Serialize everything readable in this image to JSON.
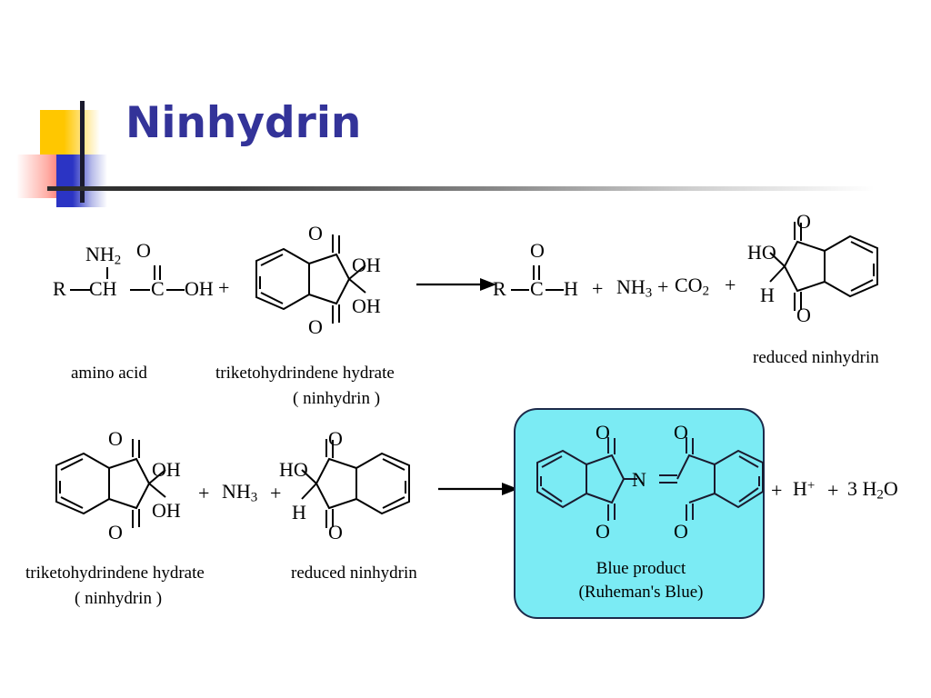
{
  "slide": {
    "title": "Ninhydrin",
    "title_color": "#333399",
    "background": "#ffffff"
  },
  "reaction1": {
    "reactants": {
      "amino_acid": {
        "caption": "amino  acid",
        "labels": {
          "r": "R",
          "ch": "CH",
          "c": "C",
          "oh": "OH",
          "nh2": "NH",
          "nh2_sub": "2",
          "o": "O"
        }
      },
      "plus_1": "+",
      "ninhydrin": {
        "caption_line1": "triketohydrindene  hydrate",
        "caption_line2": "( ninhydrin )",
        "labels": {
          "o_top": "O",
          "o_bottom": "O",
          "oh_top": "OH",
          "oh_bottom": "OH"
        }
      }
    },
    "arrow": "reaction-arrow",
    "products": {
      "aldehyde": {
        "r": "R",
        "c": "C",
        "h": "H",
        "o": "O"
      },
      "plus_2": "+",
      "ammonia": "NH",
      "ammonia_sub": "3",
      "plus_3": "+",
      "carbon_dioxide": "CO",
      "carbon_dioxide_sub": "2",
      "plus_4": "+",
      "reduced_ninhydrin": {
        "caption": "reduced  ninhydrin",
        "labels": {
          "ho": "HO",
          "h": "H",
          "o_top": "O",
          "o_bottom": "O"
        }
      }
    }
  },
  "reaction2": {
    "reactants": {
      "ninhydrin": {
        "caption_line1": "triketohydrindene  hydrate",
        "caption_line2": "( ninhydrin )",
        "labels": {
          "o_top": "O",
          "o_bottom": "O",
          "oh_top": "OH",
          "oh_bottom": "OH"
        }
      },
      "plus_1": "+",
      "ammonia": "NH",
      "ammonia_sub": "3",
      "plus_2": "+",
      "reduced_ninhydrin": {
        "caption": "reduced  ninhydrin",
        "labels": {
          "ho": "HO",
          "h": "H",
          "o_top": "O",
          "o_bottom": "O"
        }
      }
    },
    "arrow": "reaction-arrow",
    "products": {
      "blue_product": {
        "box_color": "#7BEBF4",
        "border_color": "#1c2a4a",
        "label_line1": "Blue  product",
        "label_line2": "(Ruheman's  Blue)",
        "labels": {
          "o_left_top": "O",
          "o_left_bottom": "O",
          "n": "N",
          "o_right_top": "O",
          "o_right_bottom": "O"
        }
      },
      "plus_1": "+",
      "proton": "H",
      "proton_sup": "+",
      "plus_2": "+",
      "water_coeff": "3",
      "water": "H",
      "water_sub": "2",
      "water_o": "O"
    }
  }
}
